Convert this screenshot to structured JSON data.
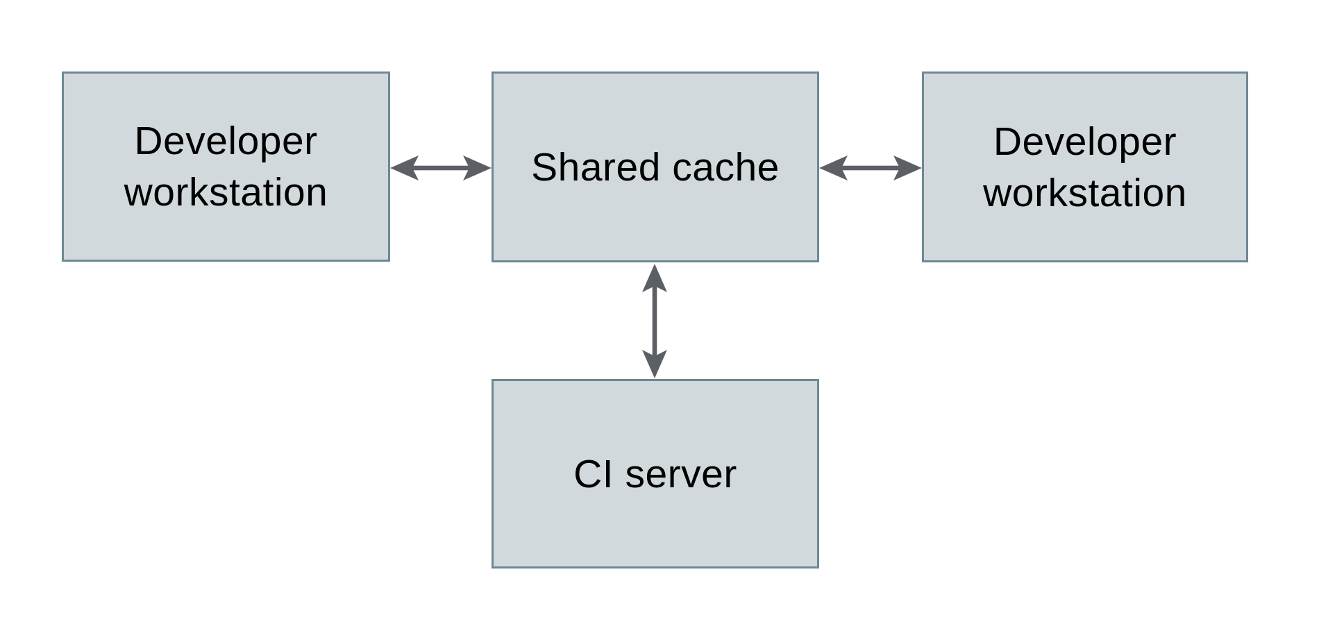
{
  "diagram": {
    "title": "",
    "colors": {
      "background": "#ffffff",
      "box_fill": "#d2d9dc",
      "box_border": "#6e8894",
      "arrow": "#5c6064",
      "text": "#000000"
    },
    "nodes": [
      {
        "id": "developer-workstation-left",
        "label": "Developer workstation"
      },
      {
        "id": "shared-cache",
        "label": "Shared cache"
      },
      {
        "id": "developer-workstation-right",
        "label": "Developer workstation"
      },
      {
        "id": "ci-server",
        "label": "CI server"
      }
    ],
    "edges": [
      {
        "from": "developer-workstation-left",
        "to": "shared-cache",
        "type": "bidirectional",
        "orientation": "horizontal"
      },
      {
        "from": "shared-cache",
        "to": "developer-workstation-right",
        "type": "bidirectional",
        "orientation": "horizontal"
      },
      {
        "from": "shared-cache",
        "to": "ci-server",
        "type": "bidirectional",
        "orientation": "vertical"
      }
    ]
  }
}
